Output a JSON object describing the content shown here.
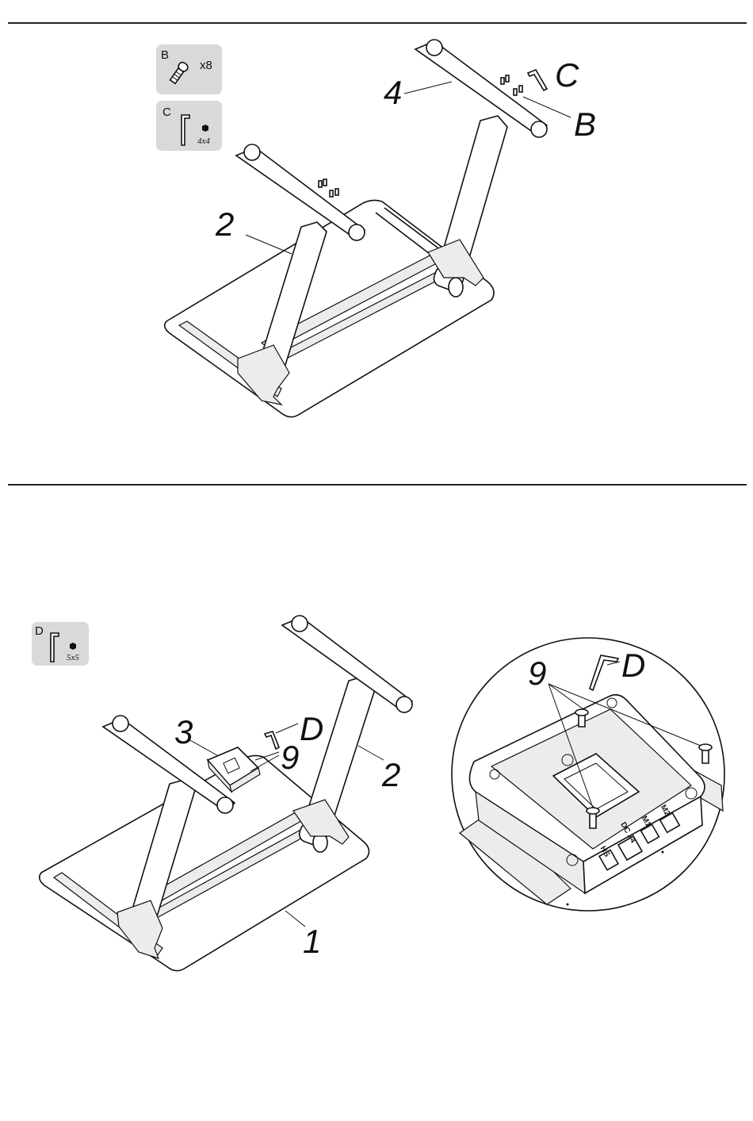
{
  "step1": {
    "hardware": [
      {
        "letter": "B",
        "quantity": "x8",
        "icon": "bolt-icon"
      },
      {
        "letter": "C",
        "size": "4x4",
        "icon": "allen-key-icon"
      }
    ],
    "callouts": {
      "leg_label": "2",
      "crossbar_label": "4",
      "tool_label": "C",
      "bolt_label": "B"
    }
  },
  "step2": {
    "hardware": [
      {
        "letter": "D",
        "size": "5x5",
        "icon": "allen-key-icon"
      }
    ],
    "callouts": {
      "controller_label": "3",
      "screw_label": "9",
      "tool_label": "D",
      "leg_label": "2",
      "desktop_label": "1",
      "detail_screw_label": "9",
      "detail_tool_label": "D"
    },
    "port_labels": [
      "HS",
      "DC 24",
      "M1",
      "M2"
    ]
  }
}
